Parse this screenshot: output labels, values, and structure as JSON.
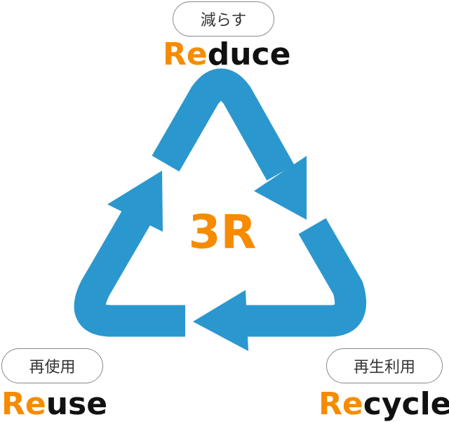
{
  "colors": {
    "arrow": "#2b97cf",
    "accent": "#f78b00",
    "text": "#111111"
  },
  "center": {
    "label": "3R"
  },
  "stages": {
    "reduce": {
      "jp_label": "減らす",
      "title_accent": "Re",
      "title_rest": "duce"
    },
    "reuse": {
      "jp_label": "再使用",
      "title_accent": "Re",
      "title_rest": "use"
    },
    "recycle": {
      "jp_label": "再生利用",
      "title_accent": "Re",
      "title_rest": "cycle"
    }
  }
}
